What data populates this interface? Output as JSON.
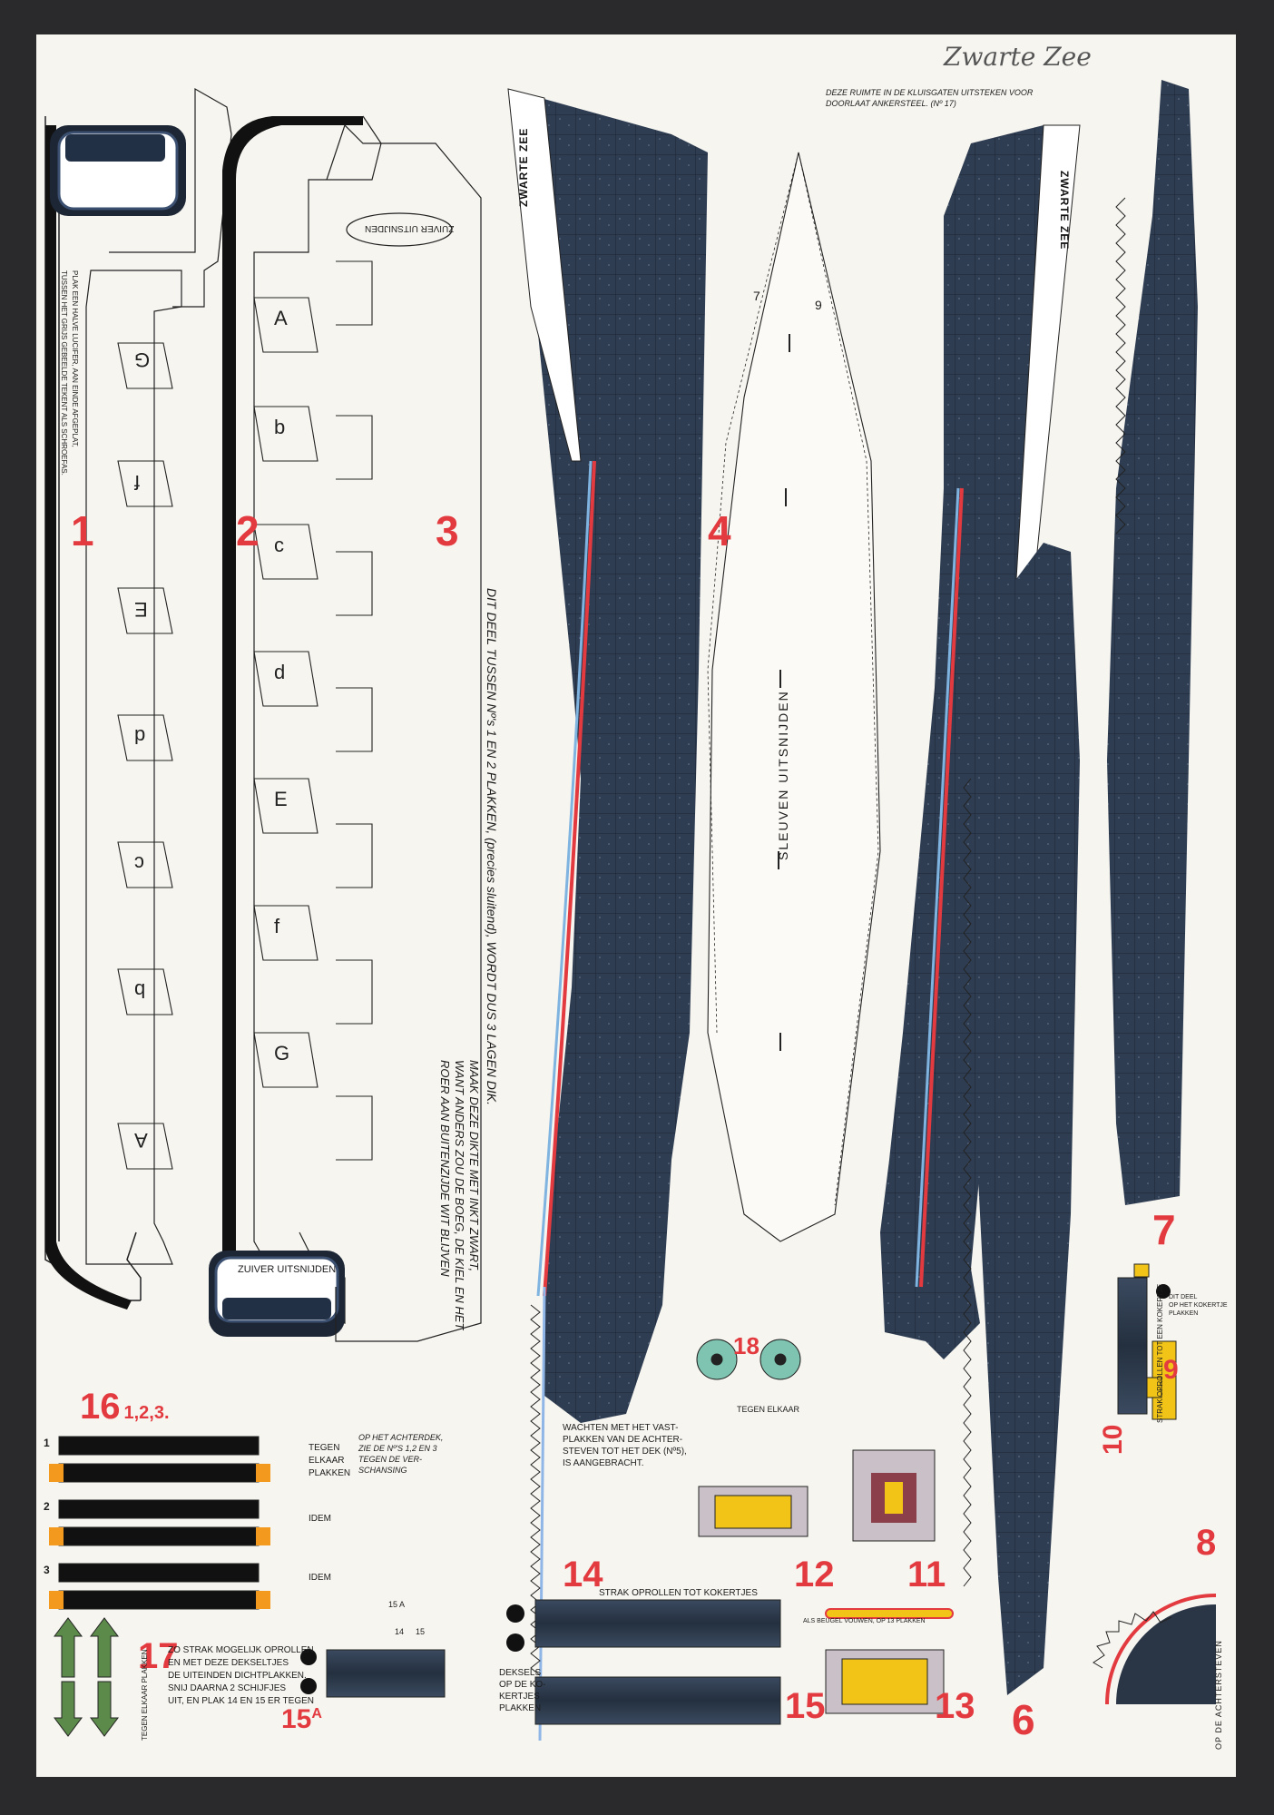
{
  "handwritten_title": "Zwarte Zee",
  "anchor_note": "DEZE RUIMTE IN DE KLUISGATEN UITSTEKEN VOOR DOORLAAT ANKERSTEEL. (Nº 17)",
  "ship_name": "ZWARTE ZEE",
  "cut_label": "ZUIVER UITSNIJDEN",
  "part_numbers": {
    "p1": "1",
    "p2": "2",
    "p3": "3",
    "p4": "4",
    "p6": "6",
    "p7": "7",
    "p8": "8",
    "p9": "9",
    "p10": "10",
    "p11": "11",
    "p12": "12",
    "p13": "13",
    "p14": "14",
    "p15": "15",
    "p15a": "15",
    "p15a_sup": "A",
    "p16": "16",
    "p16_sub": "1,2,3.",
    "p17": "17",
    "p18": "18"
  },
  "tab_letters_part1": [
    "G",
    "f",
    "E",
    "d",
    "c",
    "b",
    "A"
  ],
  "tab_letters_part2": [
    "A",
    "b",
    "c",
    "d",
    "E",
    "f",
    "G"
  ],
  "part1_note_line1": "PLAK EEN HALVE LUCIFER, AAN EINDE AFGEPLAT,",
  "part1_note_line2": "TUSSEN HET GRIJS GEBEELDE TEKENT ALS SCHROEFAS.",
  "instr_3_line1": "DIT DEEL TUSSEN Nº's 1 EN 2 PLAKKEN, (precies sluitend), WORDT DUS 3 LAGEN DIK.",
  "instr_3_line2": "MAAK DEZE DIKTE MET INKT ZWART,",
  "instr_3_line3": "WANT ANDERS ZOU DE BOEG, DE KIEL EN HET",
  "instr_3_line4": "ROER AAN BUITENZIJDE WIT BLIJVEN",
  "slots_label": "SLEUVEN UITSNIJDEN",
  "fold_number": "9",
  "fold_number_b": "7",
  "tegen_elkaar": "TEGEN ELKAAR",
  "wait_note": [
    "WACHTEN MET HET VAST-",
    "PLAKKEN VAN DE ACHTER-",
    "STEVEN TOT HET DEK (Nº5),",
    "IS AANGEBRACHT."
  ],
  "tegen_elkaar_plakken": [
    "TEGEN",
    "ELKAAR",
    "PLAKKEN"
  ],
  "idem": "IDEM",
  "achterdek_note": [
    "OP HET ACHTERDEK,",
    "ZIE DE Nº'S 1,2 EN 3",
    "TEGEN DE VER-",
    "SCHANSING"
  ],
  "strak_14": "STRAK OPROLLEN TOT KOKERTJES",
  "als_beugel": "ALS BEUGEL VOUWEN, OP 13 PLAKKEN",
  "deksels": [
    "DEKSELS",
    "OP DE KO-",
    "KERTJES",
    "PLAKKEN"
  ],
  "roll_note": [
    "ZO STRAK MOGELIJK OPROLLEN",
    "EN MET DEZE DEKSELTJES",
    "DE UITEINDEN DICHTPLAKKEN.",
    "SNIJ DAARNA 2 SCHIJFJES",
    "UIT, EN PLAK 14 EN 15 ER TEGEN"
  ],
  "tegen_elkaar_plakken_17": "TEGEN ELKAAR PLAKKEN",
  "strak_10": "STRAK OPROLLEN TOT EEN KOKERTJE",
  "dit_deel": [
    "DIT DEEL",
    "OP HET KOKERTJE",
    "PLAKKEN"
  ],
  "op_de_achtersteven": "OP DE ACHTERSTEVEN",
  "label_15a_tube": "15 A",
  "label_14_small": "14",
  "label_15_small": "15",
  "stack_labels": [
    "1",
    "2",
    "3"
  ],
  "colors": {
    "hull": "#2c3a4e",
    "red": "#e23a3f",
    "paper": "#f6f5f0",
    "yellow": "#f2c418",
    "green": "#5c8a4a"
  }
}
